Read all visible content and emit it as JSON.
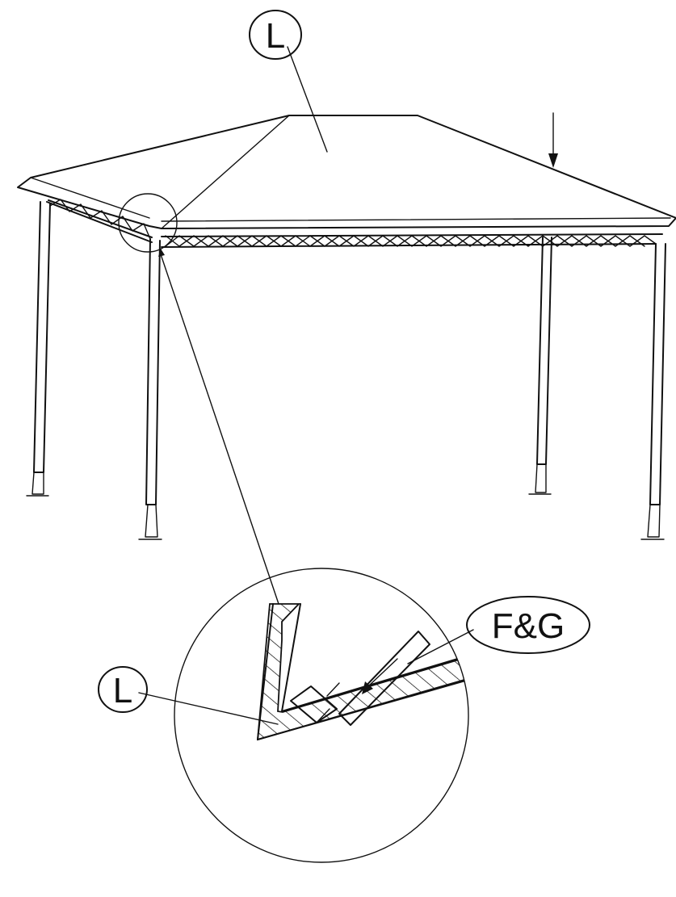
{
  "labels": {
    "top_callout": "L",
    "detail_callout_left": "L",
    "detail_callout_right": "F&G"
  },
  "colors": {
    "ink": "#111111",
    "background": "#ffffff"
  }
}
